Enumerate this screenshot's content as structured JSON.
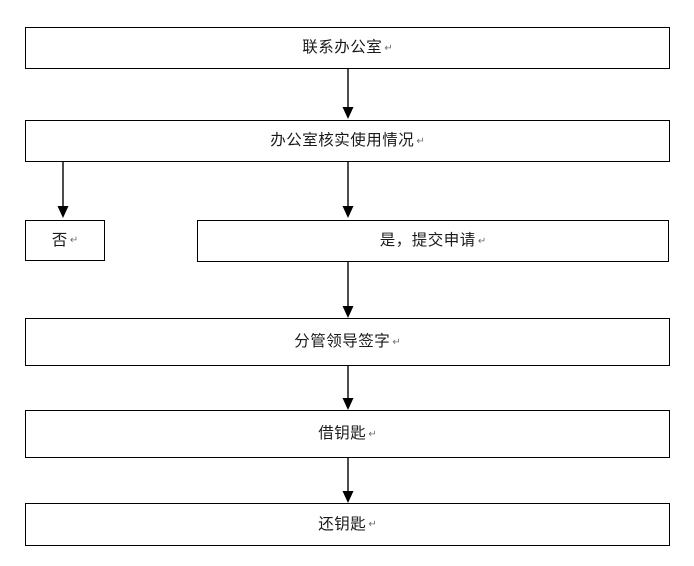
{
  "diagram": {
    "title": "",
    "background_color": "#ffffff",
    "line_color": "#000000",
    "text_color": "#1a1a1a",
    "paragraph_mark": "↵",
    "nodes": [
      {
        "id": "contact-office",
        "label": "联系办公室",
        "shape": "rectangle"
      },
      {
        "id": "verify-usage",
        "label": "办公室核实使用情况",
        "shape": "rectangle"
      },
      {
        "id": "no",
        "label": "否",
        "shape": "rectangle"
      },
      {
        "id": "yes-submit",
        "label": "是，提交申请",
        "shape": "rectangle"
      },
      {
        "id": "leader-signature",
        "label": "分管领导签字",
        "shape": "rectangle"
      },
      {
        "id": "borrow-key",
        "label": "借钥匙",
        "shape": "rectangle"
      },
      {
        "id": "return-key",
        "label": "还钥匙",
        "shape": "rectangle"
      }
    ],
    "edges": [
      {
        "id": "contact-to-verify",
        "from": "contact-office",
        "to": "verify-usage",
        "label": "",
        "arrow": "down"
      },
      {
        "id": "verify-to-no",
        "from": "verify-usage",
        "to": "no",
        "label": "",
        "arrow": "down"
      },
      {
        "id": "verify-to-yes",
        "from": "verify-usage",
        "to": "yes-submit",
        "label": "",
        "arrow": "down"
      },
      {
        "id": "yes-to-leader",
        "from": "yes-submit",
        "to": "leader-signature",
        "label": "",
        "arrow": "down"
      },
      {
        "id": "leader-to-borrow",
        "from": "leader-signature",
        "to": "borrow-key",
        "label": "",
        "arrow": "down"
      },
      {
        "id": "borrow-to-return",
        "from": "borrow-key",
        "to": "return-key",
        "label": "",
        "arrow": "down"
      }
    ]
  }
}
